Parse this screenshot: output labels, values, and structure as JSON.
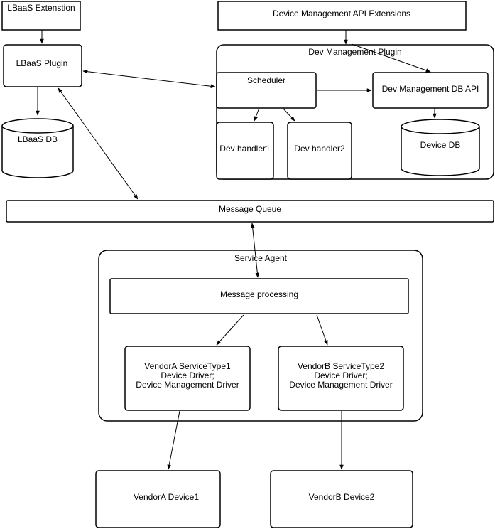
{
  "diagram": {
    "lbaas_extension": "LBaaS Extenstion",
    "device_mgmt_api_extensions": "Device Management API Extensions",
    "lbaas_plugin": "LBaaS Plugin",
    "dev_mgmt_plugin": "Dev Management Plugin",
    "scheduler": "Scheduler",
    "dev_mgmt_db_api": "Dev Management DB API",
    "lbaas_db": "LBaaS DB",
    "dev_handler1": "Dev handler1",
    "dev_handler2": "Dev handler2",
    "device_db": "Device DB",
    "message_queue": "Message Queue",
    "service_agent": "Service Agent",
    "message_processing": "Message processing",
    "vendor_a_driver": [
      "VendorA ServiceType1",
      "Device Driver;",
      "Device Management Driver"
    ],
    "vendor_b_driver": [
      "VendorB ServiceType2",
      "Device Driver;",
      "Device Management Driver"
    ],
    "vendor_a_device": "VendorA Device1",
    "vendor_b_device": "VendorB Device2"
  }
}
